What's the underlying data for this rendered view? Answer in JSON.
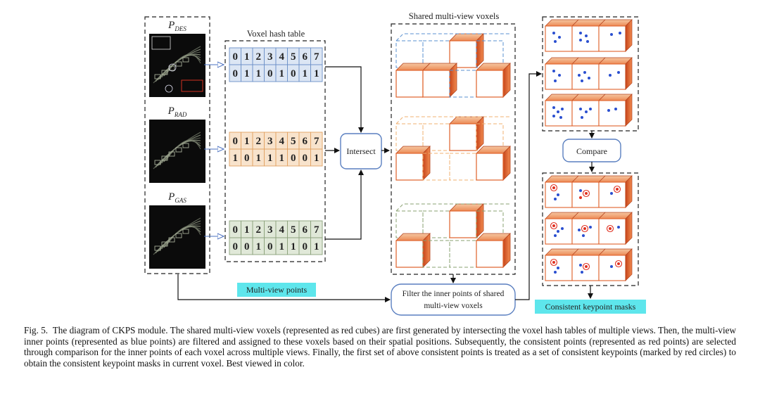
{
  "figure": {
    "views": [
      {
        "label": "P",
        "subscript": "DES"
      },
      {
        "label": "P",
        "subscript": "RAD"
      },
      {
        "label": "P",
        "subscript": "GAS"
      }
    ],
    "hash_table_title": "Voxel hash table",
    "hash_indices": [
      "0",
      "1",
      "2",
      "3",
      "4",
      "5",
      "6",
      "7"
    ],
    "hash_rows": [
      [
        "0",
        "1",
        "1",
        "0",
        "1",
        "0",
        "1",
        "1"
      ],
      [
        "1",
        "0",
        "1",
        "1",
        "1",
        "0",
        "0",
        "1"
      ],
      [
        "0",
        "0",
        "1",
        "0",
        "1",
        "1",
        "0",
        "1"
      ]
    ],
    "intersect_label": "Intersect",
    "shared_voxels_title": "Shared multi-view voxels",
    "filter_label_line1": "Filter the inner points of shared",
    "filter_label_line2": "multi-view voxels",
    "multiview_points_label": "Multi-view points",
    "compare_label": "Compare",
    "consistent_masks_label": "Consistent keypoint masks",
    "colors": {
      "blue_row": "#dce6f4",
      "blue_border": "#6a8fc7",
      "orange_row": "#f8e3cc",
      "orange_border": "#e0a060",
      "green_row": "#e0e8d8",
      "green_border": "#8aa07a",
      "cube_red": "#e0622a",
      "highlight_cyan": "#5ee6ec",
      "point_blue": "#2a4fd0",
      "point_red": "#e03020"
    }
  },
  "caption": {
    "prefix": "Fig. 5.",
    "text": "The diagram of CKPS module. The shared multi-view voxels (represented as red cubes) are first generated by intersecting the voxel hash tables of multiple views. Then, the multi-view inner points (represented as blue points) are filtered and assigned to these voxels based on their spatial positions. Subsequently, the consistent points (represented as red points) are selected through comparison for the inner points of each voxel across multiple views. Finally, the first set of above consistent points is treated as a set of consistent keypoints (marked by red circles) to obtain the consistent keypoint masks in current voxel. Best viewed in color."
  }
}
